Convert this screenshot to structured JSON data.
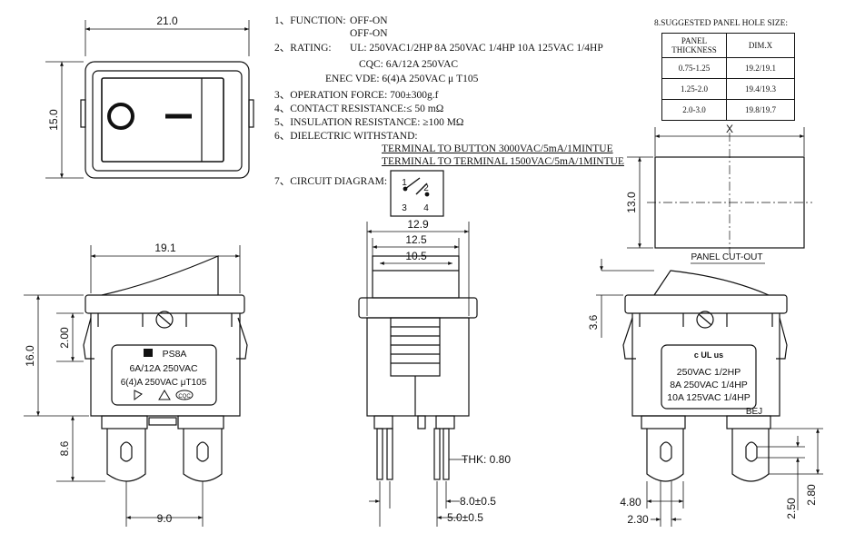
{
  "specs": {
    "function_label": "1、FUNCTION:",
    "function_val1": "OFF-ON",
    "function_val2": "OFF-ON",
    "rating_label": "2、RATING:",
    "rating_ul": "UL: 250VAC1/2HP  8A 250VAC 1/4HP 10A 125VAC 1/4HP",
    "rating_cqc": "CQC: 6A/12A  250VAC",
    "rating_enec": "ENEC VDE: 6(4)A 250VAC μ T105",
    "operation": "3、OPERATION FORCE: 700±300g.f",
    "contact": "4、CONTACT RESISTANCE:≤ 50 mΩ",
    "insulation": "5、INSULATION RESISTANCE: ≥100 MΩ",
    "dielectric": "6、DIELECTRIC WITHSTAND:",
    "dielectric_1": "TERMINAL TO BUTTON 3000VAC/5mA/1MINTUE",
    "dielectric_2": "TERMINAL TO TERMINAL 1500VAC/5mA/1MINTUE",
    "circuit": "7、CIRCUIT DIAGRAM:",
    "panel_title": "8.SUGGESTED PANEL HOLE SIZE:"
  },
  "panel_table": {
    "headers": [
      "PANEL THICKNESS",
      "DIM.X"
    ],
    "rows": [
      [
        "0.75-1.25",
        "19.2/19.1"
      ],
      [
        "1.25-2.0",
        "19.4/19.3"
      ],
      [
        "2.0-3.0",
        "19.8/19.7"
      ]
    ]
  },
  "circuit_pins": [
    "1",
    "2",
    "3",
    "4"
  ],
  "dims": {
    "top_width": "21.0",
    "top_height": "15.0",
    "side_width": "19.1",
    "side_height": "16.0",
    "side_2": "2.00",
    "side_term": "8.6",
    "side_pitch": "9.0",
    "front_w1": "12.9",
    "front_w2": "12.5",
    "front_w3": "10.5",
    "front_thk": "THK: 0.80",
    "front_b1": "8.0±0.5",
    "front_b2": "5.0±0.5",
    "cut_x": "X",
    "cut_h": "13.0",
    "cut_label": "PANEL CUT-OUT",
    "right_36": "3.6",
    "right_480": "4.80",
    "right_230": "2.30",
    "right_250": "2.50",
    "right_280": "2.80"
  },
  "label_left": {
    "model": "PS8A",
    "line1": "6A/12A 250VAC",
    "line2": "6(4)A 250VAC μT105",
    "cert": "CQC"
  },
  "label_right": {
    "ul": "c UL us",
    "line1": "250VAC 1/2HP",
    "line2": "8A 250VAC 1/4HP",
    "line3": "10A 125VAC 1/4HP",
    "brand": "BEJ"
  }
}
